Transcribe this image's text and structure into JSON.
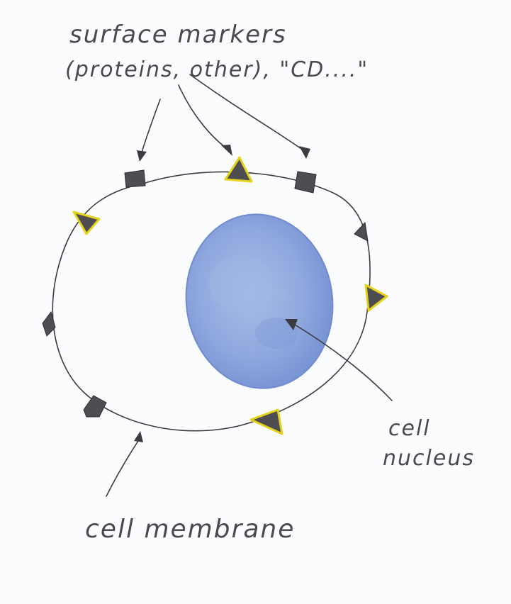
{
  "labels": {
    "surface_markers_line1": "surface  markers",
    "surface_markers_line2": "(proteins, other), \"CD....\"",
    "cell_nucleus_line1": "cell",
    "cell_nucleus_line2": "nucleus",
    "cell_membrane": "cell  membrane"
  },
  "colors": {
    "paper": "#fbfcfe",
    "ink": "#3b3b3f",
    "nucleus_fill": "#8fa8df",
    "nucleus_edge": "#6f8ad0",
    "marker_dark": "#4d4d52",
    "marker_highlight": "#e5d21a",
    "cell_fill": "#ffffff"
  }
}
